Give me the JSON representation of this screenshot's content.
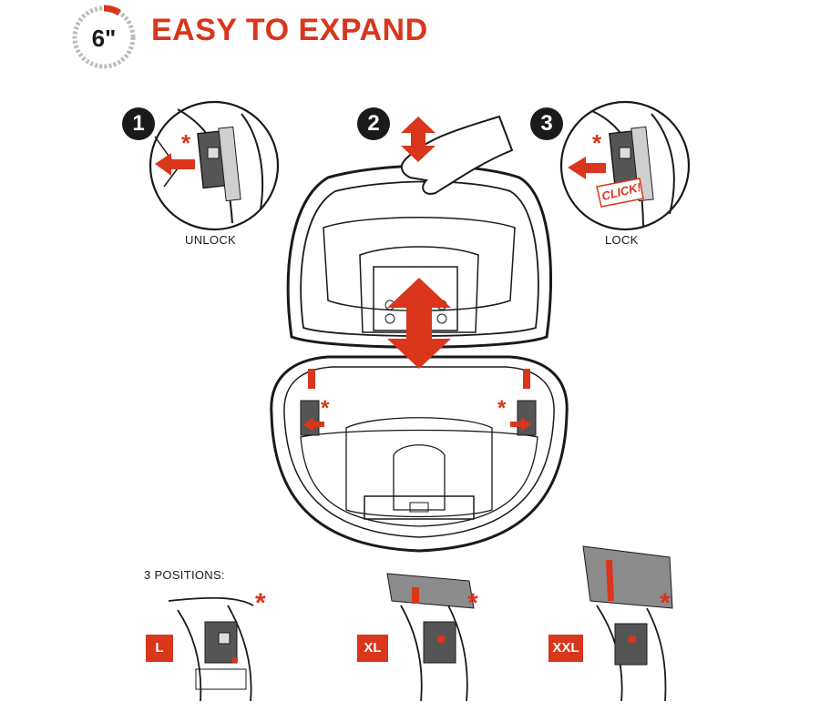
{
  "header": {
    "badge_text": "6\"",
    "title": "EASY TO EXPAND"
  },
  "steps": [
    {
      "number": "1",
      "caption": "UNLOCK"
    },
    {
      "number": "2",
      "caption": ""
    },
    {
      "number": "3",
      "caption": "LOCK",
      "click_label": "CLICK!"
    }
  ],
  "positions": {
    "heading": "3 POSITIONS:",
    "items": [
      "L",
      "XL",
      "XXL"
    ]
  },
  "colors": {
    "accent": "#d9361c",
    "ink": "#1a1a1a",
    "grey": "#8c8c8c",
    "light_grey": "#bdbdbd"
  }
}
